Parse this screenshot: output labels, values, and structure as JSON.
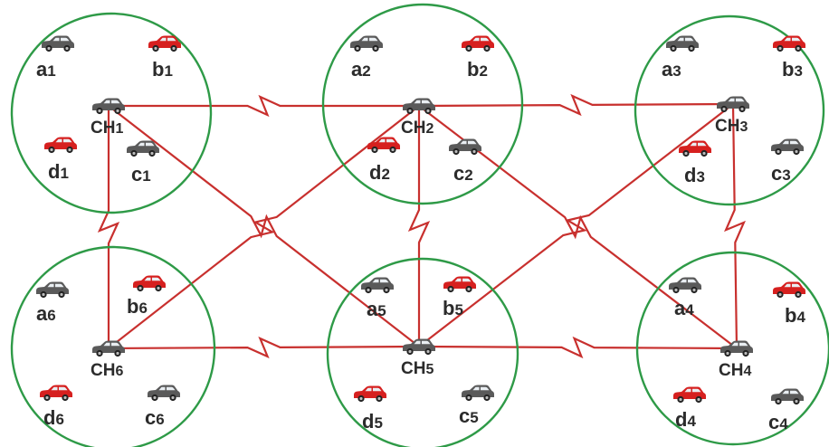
{
  "colors": {
    "circle_stroke": "#2e9a47",
    "link_stroke": "#c8302e",
    "car_gray": "#5a5a5a",
    "car_red": "#d6201f",
    "text": "#2b2b2b"
  },
  "clusters": [
    {
      "id": "1",
      "head": {
        "label": "CH",
        "sub": "1"
      },
      "members": [
        {
          "label": "a",
          "sub": "1",
          "car": "gray-car-icon"
        },
        {
          "label": "b",
          "sub": "1",
          "car": "red-car-icon"
        },
        {
          "label": "c",
          "sub": "1",
          "car": "gray-car-icon"
        },
        {
          "label": "d",
          "sub": "1",
          "car": "red-car-icon"
        }
      ]
    },
    {
      "id": "2",
      "head": {
        "label": "CH",
        "sub": "2"
      },
      "members": [
        {
          "label": "a",
          "sub": "2",
          "car": "gray-car-icon"
        },
        {
          "label": "b",
          "sub": "2",
          "car": "red-car-icon"
        },
        {
          "label": "c",
          "sub": "2",
          "car": "gray-car-icon"
        },
        {
          "label": "d",
          "sub": "2",
          "car": "red-car-icon"
        }
      ]
    },
    {
      "id": "3",
      "head": {
        "label": "CH",
        "sub": "3"
      },
      "members": [
        {
          "label": "a",
          "sub": "3",
          "car": "gray-car-icon"
        },
        {
          "label": "b",
          "sub": "3",
          "car": "red-car-icon"
        },
        {
          "label": "c",
          "sub": "3",
          "car": "gray-car-icon"
        },
        {
          "label": "d",
          "sub": "3",
          "car": "red-car-icon"
        }
      ]
    },
    {
      "id": "4",
      "head": {
        "label": "CH",
        "sub": "4"
      },
      "members": [
        {
          "label": "a",
          "sub": "4",
          "car": "gray-car-icon"
        },
        {
          "label": "b",
          "sub": "4",
          "car": "red-car-icon"
        },
        {
          "label": "c",
          "sub": "4",
          "car": "gray-car-icon"
        },
        {
          "label": "d",
          "sub": "4",
          "car": "red-car-icon"
        }
      ]
    },
    {
      "id": "5",
      "head": {
        "label": "CH",
        "sub": "5"
      },
      "members": [
        {
          "label": "a",
          "sub": "5",
          "car": "gray-car-icon"
        },
        {
          "label": "b",
          "sub": "5",
          "car": "red-car-icon"
        },
        {
          "label": "c",
          "sub": "5",
          "car": "gray-car-icon"
        },
        {
          "label": "d",
          "sub": "5",
          "car": "red-car-icon"
        }
      ]
    },
    {
      "id": "6",
      "head": {
        "label": "CH",
        "sub": "6"
      },
      "members": [
        {
          "label": "a",
          "sub": "6",
          "car": "gray-car-icon"
        },
        {
          "label": "b",
          "sub": "6",
          "car": "red-car-icon"
        },
        {
          "label": "c",
          "sub": "6",
          "car": "gray-car-icon"
        },
        {
          "label": "d",
          "sub": "6",
          "car": "red-car-icon"
        }
      ]
    }
  ],
  "links": [
    [
      "1",
      "2"
    ],
    [
      "2",
      "3"
    ],
    [
      "6",
      "5"
    ],
    [
      "5",
      "4"
    ],
    [
      "1",
      "6"
    ],
    [
      "2",
      "5"
    ],
    [
      "3",
      "4"
    ],
    [
      "1",
      "5"
    ],
    [
      "2",
      "6"
    ],
    [
      "2",
      "4"
    ],
    [
      "3",
      "5"
    ]
  ]
}
